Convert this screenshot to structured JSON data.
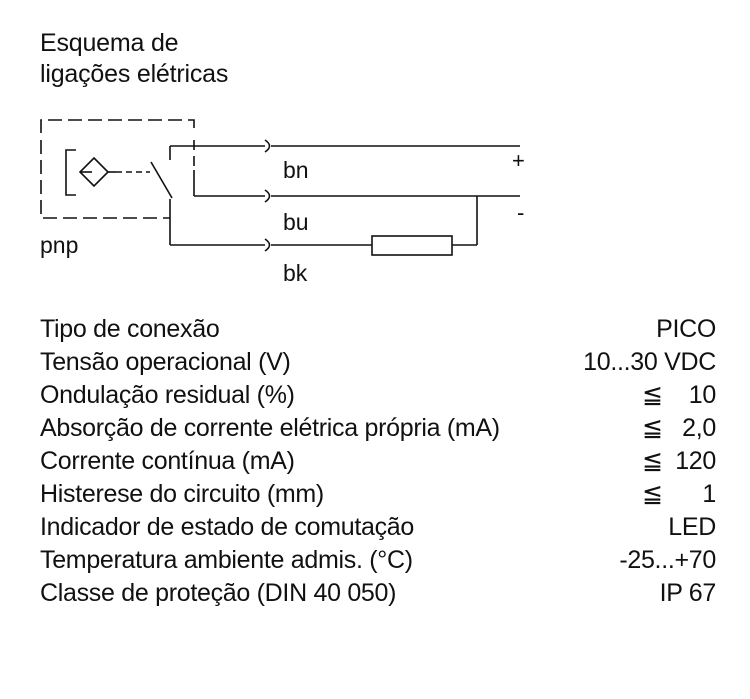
{
  "heading": {
    "line1": "Esquema de",
    "line2": "ligações elétricas"
  },
  "diagram": {
    "output_type": "pnp",
    "wires": [
      {
        "code": "bn",
        "polarity": "+"
      },
      {
        "code": "bu",
        "polarity": "-"
      },
      {
        "code": "bk",
        "polarity": ""
      }
    ]
  },
  "specs": [
    {
      "label": "Tipo de conexão",
      "value": "PICO"
    },
    {
      "label": "Tensão operacional (V)",
      "value": "10...30 VDC"
    },
    {
      "label": "Ondulação residual (%)",
      "prefix": "≦",
      "value": "10"
    },
    {
      "label": "Absorção de corrente elétrica própria (mA)",
      "prefix": "≦",
      "value": "2,0"
    },
    {
      "label": "Corrente contínua (mA)",
      "prefix": "≦",
      "value": "120"
    },
    {
      "label": "Histerese do circuito (mm)",
      "prefix": "≦",
      "value": "1"
    },
    {
      "label": "Indicador de estado de comutação",
      "value": "LED"
    },
    {
      "label": "Temperatura ambiente admis. (°C)",
      "value": "-25...+70"
    },
    {
      "label": "Classe de proteção (DIN 40 050)",
      "value": "IP 67"
    }
  ]
}
